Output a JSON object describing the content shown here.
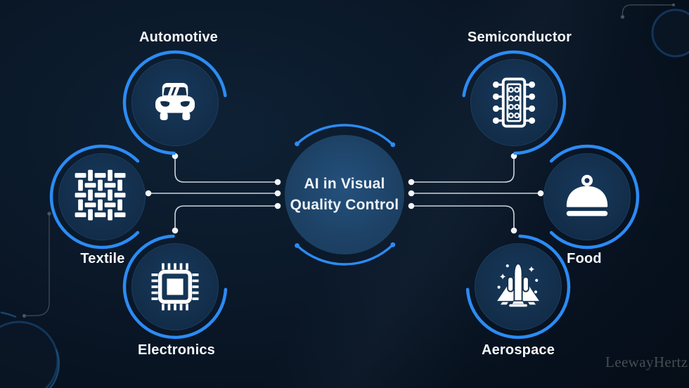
{
  "title": {
    "line1": "AI in Visual",
    "line2": "Quality Control"
  },
  "nodes": [
    {
      "label": "Automotive"
    },
    {
      "label": "Semiconductor"
    },
    {
      "label": "Textile"
    },
    {
      "label": "Food"
    },
    {
      "label": "Electronics"
    },
    {
      "label": "Aerospace"
    }
  ],
  "watermark": "LeewayHertz",
  "colors": {
    "accent_blue": "#2b8bf4",
    "wire": "#ccd4db",
    "wire_dot": "#f3f6f9",
    "node_fill": "#132f4c",
    "center_fill": "#1d4164",
    "label_text": "#f4f7fa",
    "title_text": "#edf3f9",
    "watermark_text": "#4e545a",
    "deco_line": "#3a434d",
    "deco_ring": "#16416c"
  }
}
